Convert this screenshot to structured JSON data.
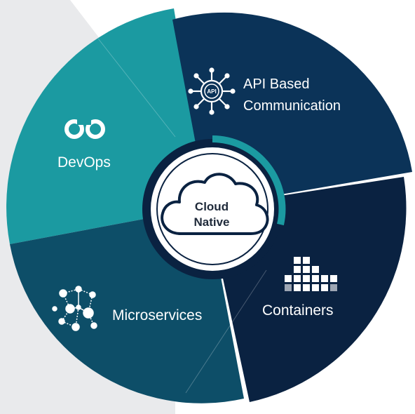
{
  "center": {
    "line1": "Cloud",
    "line2": "Native"
  },
  "segments": [
    {
      "key": "api",
      "line1": "API Based",
      "line2": "Communication",
      "icon": "api-gear-icon",
      "color": "#0b3358"
    },
    {
      "key": "containers",
      "line1": "Containers",
      "icon": "containers-icon",
      "color": "#0a2241"
    },
    {
      "key": "microservices",
      "line1": "Microservices",
      "icon": "microservices-network-icon",
      "color": "#0d4e68"
    },
    {
      "key": "devops",
      "line1": "DevOps",
      "icon": "devops-infinity-icon",
      "color": "#1b9aa1"
    }
  ],
  "api_icon_text": "API",
  "colors": {
    "background_shape": "#e9eaec",
    "center_ring_dark": "#0a2241",
    "center_ring_teal": "#1b9aa1"
  }
}
